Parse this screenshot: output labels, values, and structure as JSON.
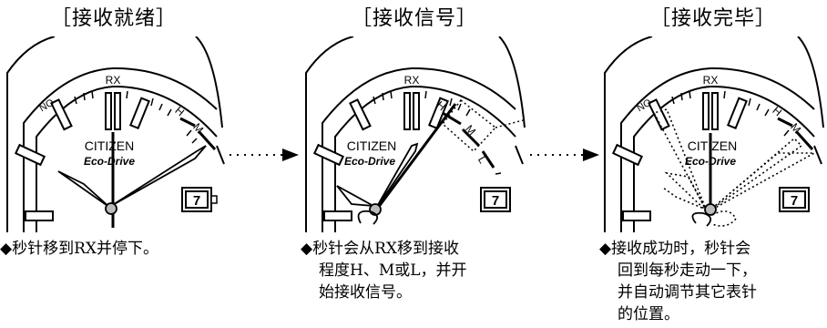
{
  "panels": [
    {
      "title": "［接收就绪］",
      "caption_lines": [
        "◆秒针移到RX并停下。"
      ]
    },
    {
      "title": "［接收信号］",
      "caption_lines": [
        "◆秒针会从RX移到接收",
        "程度H、M或L，并开",
        "始接收信号。"
      ]
    },
    {
      "title": "［接收完毕］",
      "caption_lines": [
        "◆接收成功时，秒针会",
        "回到每秒走动一下，",
        "并自动调节其它表针",
        "的位置。"
      ]
    }
  ],
  "dial": {
    "rx": "RX",
    "no": "NO",
    "h": "H",
    "m": "M",
    "l": "L",
    "brand": "CITIZEN",
    "model": "Eco-Drive",
    "date": "7"
  }
}
